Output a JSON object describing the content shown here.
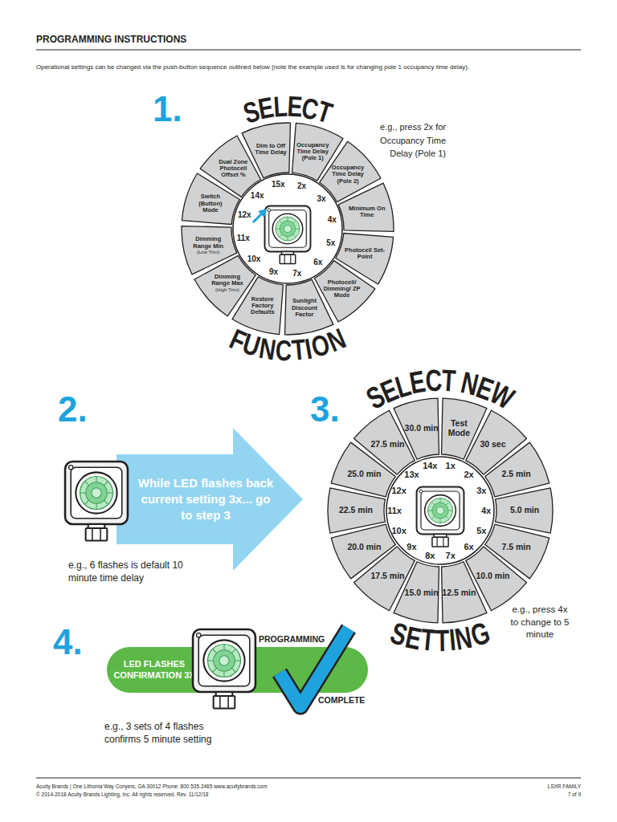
{
  "diagram": {
    "title": "PROGRAMMING INSTRUCTIONS",
    "nodes": [
      {
        "text": [
          "Dim to Off Time Delay"
        ]
      },
      {
        "text": [
          "Occupancy Time Delay (Pole 1)"
        ]
      },
      {
        "text": [
          "Occupancy Time Delay (Pole 2)"
        ]
      },
      {
        "text": [
          "Minimum On Time"
        ]
      },
      {
        "text": [
          "Photocell Set-Point"
        ]
      },
      {
        "text": [
          "Photocell/ Dimming/ ZP Mode"
        ]
      },
      {
        "text": [
          "Sunlight Discount Factor"
        ]
      },
      {
        "text": [
          "Restore Factory Defaults"
        ]
      },
      {
        "text": [
          "Dimming Range Max",
          "(High Trim)"
        ]
      },
      {
        "text": [
          "Dimming Range Min",
          "(Low Trim)"
        ]
      },
      {
        "text": [
          "Switch (Button) Mode"
        ]
      },
      {
        "text": [
          "Dual Zone Photocell Offset %"
        ]
      },
      {
        "text": [
          "While LED flashes back current setting 3x... go to step 3"
        ]
      },
      {
        "text": [
          "Test Mode"
        ]
      },
      {
        "text": [
          "30 sec"
        ]
      },
      {
        "text": [
          "2.5 min"
        ]
      },
      {
        "text": [
          "5.0 min"
        ]
      },
      {
        "text": [
          "7.5 min"
        ]
      },
      {
        "text": [
          "10.0 min"
        ]
      },
      {
        "text": [
          "12.5 min"
        ]
      },
      {
        "text": [
          "15.0 min"
        ]
      },
      {
        "text": [
          "17.5 min"
        ]
      },
      {
        "text": [
          "20.0 min"
        ]
      },
      {
        "text": [
          "22.5 min"
        ]
      },
      {
        "text": [
          "25.0 min"
        ]
      },
      {
        "text": [
          "27.5 min"
        ]
      },
      {
        "text": [
          "30.0 min"
        ]
      },
      {
        "text": [
          "LED FLASHES CONFIRMATION 3X"
        ]
      }
    ],
    "labels": [
      "Operational settings can be changed via the push-button sequence outlined below (note the example used is for changing pole 1 occupancy time delay).",
      "1.",
      "SELECT",
      "FUNCTION",
      "e.g., press 2x for Occupancy Time Delay (Pole 1)",
      "15x",
      "2x",
      "3x",
      "4x",
      "5x",
      "6x",
      "7x",
      "9x",
      "10x",
      "11x",
      "12x",
      "14x",
      "2.",
      "e.g., 6 flashes is default 10 minute time delay",
      "3.",
      "SELECT NEW",
      "SETTING",
      "1x",
      "2x",
      "3x",
      "4x",
      "5x",
      "6x",
      "7x",
      "8x",
      "9x",
      "10x",
      "11x",
      "12x",
      "13x",
      "14x",
      "e.g., press 4x to change to 5 minute",
      "4.",
      "PROGRAMMING",
      "COMPLETE",
      "e.g., 3 sets of 4 flashes confirms 5 minute setting",
      "Acuity Brands | One Lithonia Way Conyers, GA 30012 Phone: 800.535.2465 www.acuitybrands.com",
      "© 2014-2018 Acuity Brands Lighting, Inc. All rights reserved. Rev. 11/12/18",
      "LSXR FAMILY",
      "7 of 9"
    ]
  }
}
